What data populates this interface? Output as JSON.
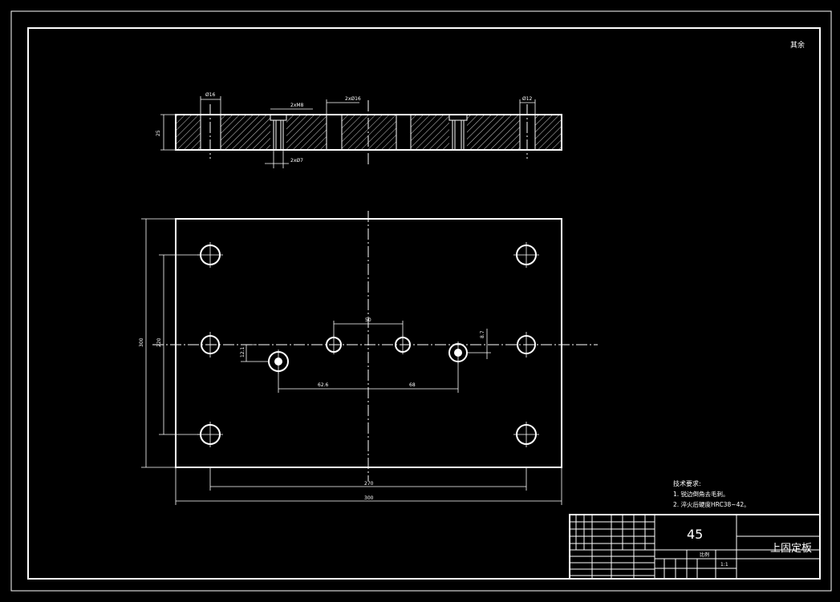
{
  "corner_note": "其余",
  "section_dims": {
    "left_hole": "Ø16",
    "thread_top": "2xM8",
    "thread_bottom": "2xØ7",
    "mid_hole": "2xØ16",
    "right_hole": "Ø12",
    "thickness": "25"
  },
  "plan_dims": {
    "height_outer": "300",
    "height_inner": "220",
    "width_inner": "270",
    "width_outer": "300",
    "center_spacing": "50",
    "left_offset": "62.6",
    "right_offset": "68",
    "left_drop": "12.1",
    "right_drop": "8.7"
  },
  "tech_notes": {
    "title": "技术要求:",
    "line1": "1. 锐边倒角去毛刺。",
    "line2": "2. 淬火后硬度HRC38~42。"
  },
  "title_block": {
    "material": "45",
    "part_name": "上固定板",
    "scale_label": "比例",
    "scale_value": "1:1"
  }
}
